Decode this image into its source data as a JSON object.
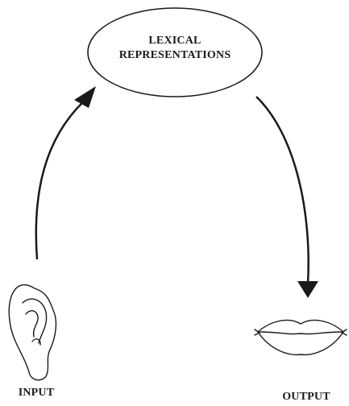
{
  "diagram": {
    "node": {
      "line1": "LEXICAL",
      "line2": "REPRESENTATIONS"
    },
    "input_label": "INPUT",
    "output_label": "OUTPUT",
    "icons": {
      "input": "ear-icon",
      "output": "lips-icon"
    },
    "colors": {
      "stroke": "#1a1a1a",
      "background": "#ffffff"
    }
  }
}
